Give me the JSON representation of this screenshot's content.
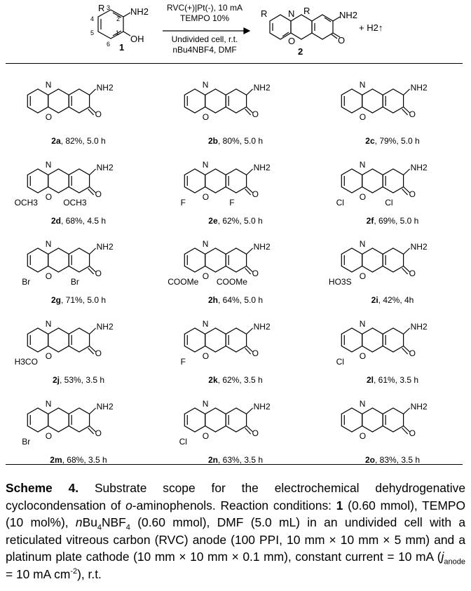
{
  "reaction": {
    "conditions_line1": "RVC(+)|Pt(-), 10 mA",
    "conditions_line2": "TEMPO 10%",
    "conditions_line3": "Undivided cell, r.t.",
    "conditions_line4": "nBu4NBF4, DMF",
    "reactant_label": "1",
    "product_label": "2",
    "byproduct": "+ H2↑",
    "atoms": {
      "R": "R",
      "NH2": "NH2",
      "OH": "OH",
      "N": "N",
      "O": "O"
    },
    "positions": [
      "1",
      "2",
      "3",
      "4",
      "5",
      "6"
    ]
  },
  "entries": [
    {
      "id": "2a",
      "text": ", 82%, 5.0 h"
    },
    {
      "id": "2b",
      "text": ", 80%, 5.0 h"
    },
    {
      "id": "2c",
      "text": ", 79%, 5.0 h"
    },
    {
      "id": "2d",
      "text": ", 68%, 4.5 h",
      "sub1": "OCH3",
      "sub2": "OCH3"
    },
    {
      "id": "2e",
      "text": ", 62%, 5.0 h",
      "sub1": "F",
      "sub2": "F"
    },
    {
      "id": "2f",
      "text": ", 69%, 5.0 h",
      "sub1": "Cl",
      "sub2": "Cl"
    },
    {
      "id": "2g",
      "text": ", 71%, 5.0 h",
      "sub1": "Br",
      "sub2": "Br"
    },
    {
      "id": "2h",
      "text": ", 64%, 5.0 h",
      "sub1": "COOMe",
      "sub2": "COOMe"
    },
    {
      "id": "2i",
      "text": ", 42%, 4h",
      "sub1": "HO3S"
    },
    {
      "id": "2j",
      "text": ", 53%, 3.5 h",
      "sub1": "H3CO"
    },
    {
      "id": "2k",
      "text": ", 62%, 3.5 h",
      "sub1": "F"
    },
    {
      "id": "2l",
      "text": ", 61%, 3.5 h",
      "sub1": "Cl"
    },
    {
      "id": "2m",
      "text": ", 68%, 3.5 h",
      "sub1": "Br"
    },
    {
      "id": "2n",
      "text": ", 63%, 3.5 h",
      "sub1": "Cl"
    },
    {
      "id": "2o",
      "text": ", 83%, 3.5 h"
    }
  ],
  "caption": {
    "title": "Scheme 4.",
    "p1": " Substrate scope for the electrochemical dehydrogenative cyclocondensation of ",
    "o": "o",
    "p2": "-aminophenols. Reaction conditions: ",
    "bold1": "1",
    "p3": " (0.60 mmol), TEMPO (10 mol%), ",
    "nbu": "n",
    "p4": "Bu",
    "sub4": "4",
    "p5": "NBF",
    "sub4b": "4",
    "p6": " (0.60 mmol), DMF (5.0 mL) in an undivided cell with a reticulated vitreous carbon (RVC) anode (100 PPI, 10 mm × 10 mm × 5 mm) and a platinum plate cathode (10 mm × 10 mm × 0.1 mm), constant current = 10 mA (",
    "j": "j",
    "janode": "anode",
    "p7": " = 10 mA cm",
    "sup": "-2",
    "p8": "), r.t."
  }
}
